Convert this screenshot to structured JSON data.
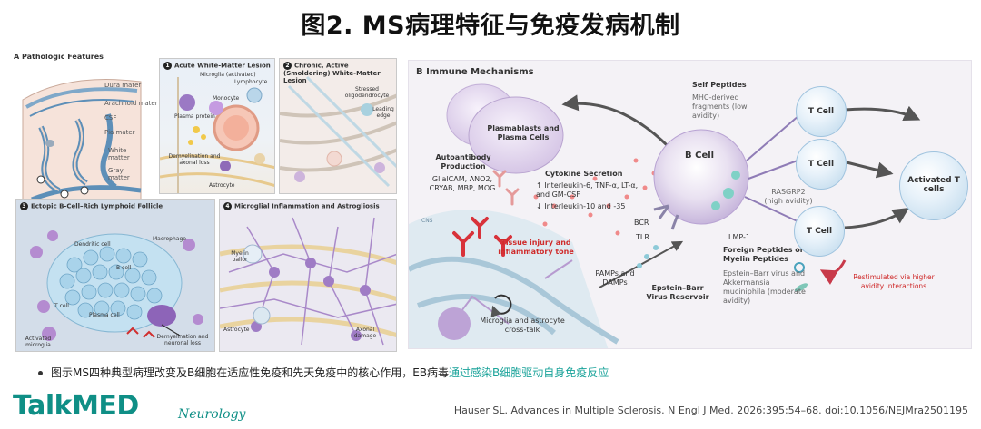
{
  "title": "图2. MS病理特征与免疫发病机制",
  "panel_a": {
    "label": "A  Pathologic Features",
    "anatomy": [
      "Dura mater",
      "Arachnoid mater",
      "CSF",
      "Pia mater",
      "White matter",
      "Gray matter"
    ],
    "sub1": {
      "num": "1",
      "title": "Acute White-Matter Lesion",
      "labels": [
        "Microglia (activated)",
        "Lymphocyte",
        "Plasma protein",
        "Monocyte",
        "Demyelination and axonal loss",
        "Astrocyte"
      ]
    },
    "sub2": {
      "num": "2",
      "title": "Chronic, Active (Smoldering) White-Matter Lesion",
      "labels": [
        "Stressed oligodendrocyte",
        "Leading edge"
      ]
    },
    "sub3": {
      "num": "3",
      "title": "Ectopic B-Cell–Rich Lymphoid Follicle",
      "labels": [
        "Dendritic cell",
        "B cell",
        "Macrophage",
        "T cell",
        "Plasma cell",
        "Demyelination and neuronal loss",
        "Activated microglia"
      ]
    },
    "sub4": {
      "num": "4",
      "title": "Microglial Inflammation and Astrogliosis",
      "labels": [
        "Myelin pallor",
        "Astrocyte",
        "Axonal damage"
      ]
    }
  },
  "panel_b": {
    "label": "B  Immune Mechanisms",
    "plasma": "Plasmablasts and Plasma Cells",
    "autoantibody_title": "Autoantibody Production",
    "autoantibody_items": "GlialCAM, ANO2, CRYAB, MBP, MOG",
    "cytokine_title": "Cytokine Secretion",
    "cytokine_up": "↑ Interleukin-6, TNF-α, LT-α, and GM-CSF",
    "cytokine_down": "↓ Interleukin-10 and -35",
    "tissue_injury": "Tissue injury and inflammatory tone",
    "cns": "CNS",
    "pamps": "PAMPs and DAMPs",
    "bcr": "BCR",
    "tlr": "TLR",
    "b_cell": "B Cell",
    "ebv_reservoir": "Epstein–Barr Virus Reservoir",
    "microglia_crosstalk": "Microglia and astrocyte cross-talk",
    "self_peptides": "Self Peptides",
    "mhc": "MHC-derived fragments (low avidity)",
    "rasgrp2": "RASGRP2 (high avidity)",
    "lmp1": "LMP-1",
    "foreign_title": "Foreign Peptides or Myelin Peptides",
    "foreign_desc": "Epstein–Barr virus and Akkermansia muciniphila (moderate avidity)",
    "t_cell": "T Cell",
    "activated": "Activated T cells",
    "restimulated": "Restimulated via higher avidity interactions"
  },
  "bullet": {
    "text": "图示MS四种典型病理改变及B细胞在适应性免疫和先天免疫中的核心作用，EB病毒",
    "highlight": "通过感染B细胞驱动自身免疫反应"
  },
  "footer": {
    "brand": "TalkMED",
    "sub": "Neurology",
    "citation": "Hauser SL. Advances in Multiple Sclerosis. N Engl J Med. 2026;395:54–68. doi:10.1056/NEJMra2501195"
  },
  "colors": {
    "brand": "#0f8f86",
    "highlight": "#1aa39a",
    "inflammation_red": "#cf2b2b"
  }
}
